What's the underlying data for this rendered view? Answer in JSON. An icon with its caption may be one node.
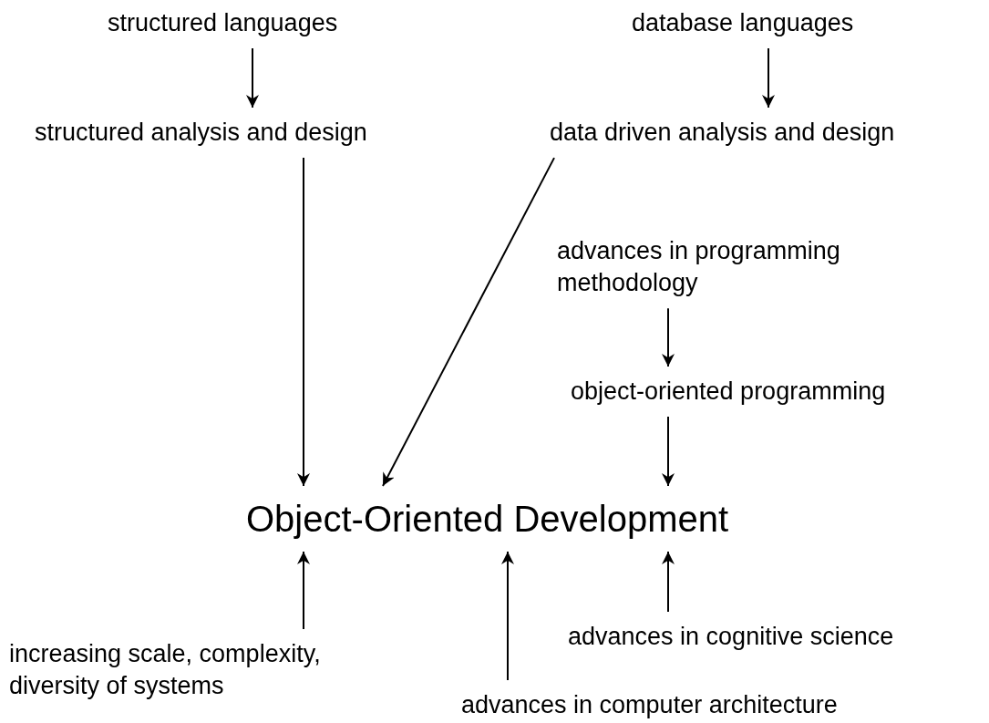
{
  "diagram": {
    "nodes": [
      {
        "text": [
          "structured languages"
        ]
      },
      {
        "text": [
          "database languages"
        ]
      },
      {
        "text": [
          "structured analysis and design"
        ]
      },
      {
        "text": [
          "data driven analysis and design"
        ]
      },
      {
        "text": [
          "advances in programming methodology"
        ]
      },
      {
        "text": [
          "object-oriented programming"
        ]
      },
      {
        "text": [
          "Object-Oriented Development"
        ]
      },
      {
        "text": [
          "increasing scale, complexity, diversity of systems"
        ]
      },
      {
        "text": [
          "advances in computer architecture"
        ]
      },
      {
        "text": [
          "advances in cognitive science"
        ]
      }
    ],
    "edges": [
      {
        "from": 0,
        "to": 2,
        "arrow": "to"
      },
      {
        "from": 1,
        "to": 3,
        "arrow": "to"
      },
      {
        "from": 2,
        "to": 6,
        "arrow": "to"
      },
      {
        "from": 3,
        "to": 6,
        "arrow": "to"
      },
      {
        "from": 4,
        "to": 5,
        "arrow": "to"
      },
      {
        "from": 5,
        "to": 6,
        "arrow": "to"
      },
      {
        "from": 7,
        "to": 6,
        "arrow": "to"
      },
      {
        "from": 8,
        "to": 6,
        "arrow": "to"
      },
      {
        "from": 9,
        "to": 6,
        "arrow": "to"
      }
    ]
  }
}
